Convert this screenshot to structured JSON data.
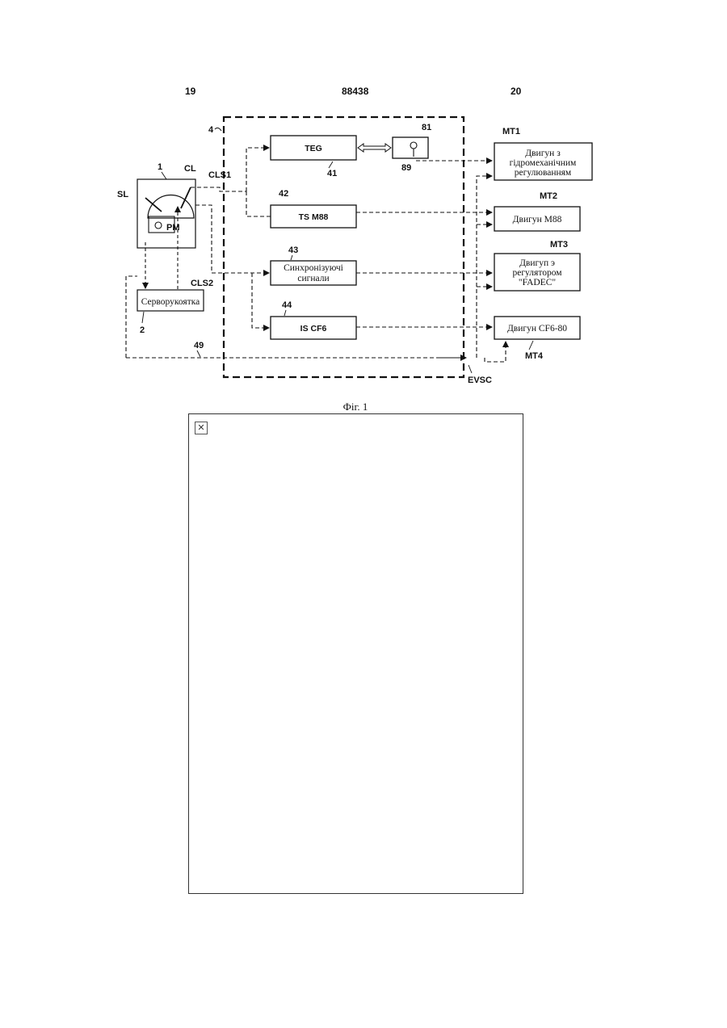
{
  "header": {
    "left_page": "19",
    "patent_number": "88438",
    "right_page": "20"
  },
  "diagram": {
    "boundary_label": "4",
    "lever_unit": {
      "number": "1",
      "sl": "SL",
      "cl": "CL",
      "pm": "PM"
    },
    "servo": {
      "text": "Серворукоятка",
      "number": "2"
    },
    "signals": {
      "cls1": "CLS1",
      "cls2": "CLS2",
      "line49": "49",
      "evsc": "EVSC"
    },
    "teg": {
      "text": "TEG",
      "number": "41"
    },
    "module81": {
      "number": "81",
      "sub": "89"
    },
    "ts": {
      "text": "TS M88",
      "number": "42"
    },
    "sync": {
      "line1": "Синхронізуючі",
      "line2": "сигнали",
      "number": "43"
    },
    "is": {
      "text": "IS CF6",
      "number": "44"
    },
    "mt1": {
      "tag": "MT1",
      "line1": "Двигун з",
      "line2": "гідромеханічним",
      "line3": "регулюванням"
    },
    "mt2": {
      "tag": "MT2",
      "text": "Двигун M88"
    },
    "mt3": {
      "tag": "MT3",
      "line1": "Двигуп э",
      "line2": "регулятором",
      "line3": "\"FADEC\""
    },
    "mt4": {
      "tag": "MT4",
      "text": "Двигун CF6-80"
    }
  },
  "caption": "Фіг. 1",
  "placeholder_image": {
    "icon": "broken-image-icon"
  }
}
